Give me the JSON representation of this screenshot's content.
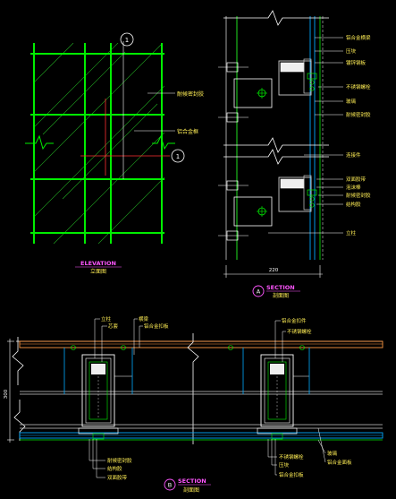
{
  "elevation": {
    "marker": "1",
    "caption_en": "ELEVATION",
    "caption_cn": "立面图",
    "callouts": [
      "耐候密封胶",
      "铝合金框"
    ]
  },
  "section_a": {
    "marker": "A",
    "caption_en": "SECTION",
    "caption_cn": "剖面图",
    "dimension": "220",
    "callouts": [
      "铝合金横梁",
      "压块",
      "镀锌钢板",
      "不锈钢螺栓",
      "玻璃",
      "耐候密封胶",
      "连接件",
      "双面胶带",
      "泡沫棒",
      "耐候密封胶",
      "结构胶",
      "立柱"
    ]
  },
  "section_b": {
    "marker": "B",
    "caption_en": "SECTION",
    "caption_cn": "剖面图",
    "dimension": "300",
    "callouts_left_top": [
      "立柱",
      "芯套",
      "横梁",
      "铝合金扣板"
    ],
    "callouts_left_bottom": [
      "耐候密封胶",
      "结构胶",
      "双面胶带"
    ],
    "callouts_right_top": [
      "铝合金扣件",
      "不锈钢螺栓"
    ],
    "callouts_right_bottom": [
      "不锈钢螺栓",
      "压块",
      "铝合金扣板",
      "玻璃",
      "铝合金面板"
    ]
  }
}
